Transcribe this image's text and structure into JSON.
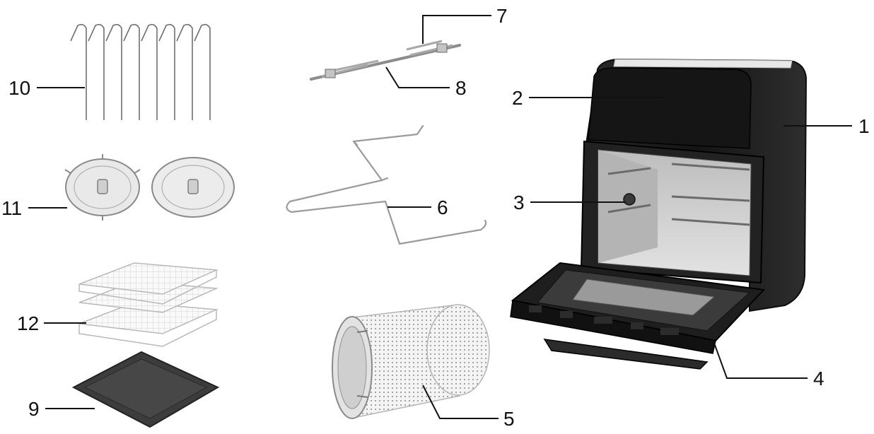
{
  "callouts": [
    {
      "id": "1",
      "label": "1"
    },
    {
      "id": "2",
      "label": "2"
    },
    {
      "id": "3",
      "label": "3"
    },
    {
      "id": "4",
      "label": "4"
    },
    {
      "id": "5",
      "label": "5"
    },
    {
      "id": "6",
      "label": "6"
    },
    {
      "id": "7",
      "label": "7"
    },
    {
      "id": "8",
      "label": "8"
    },
    {
      "id": "9",
      "label": "9"
    },
    {
      "id": "10",
      "label": "10"
    },
    {
      "id": "11",
      "label": "11"
    },
    {
      "id": "12",
      "label": "12"
    }
  ],
  "colors": {
    "outline": "#111111",
    "appliance": "#1b1b1b",
    "steel": "#c9c9c9",
    "tray": "#3a3a3a"
  }
}
